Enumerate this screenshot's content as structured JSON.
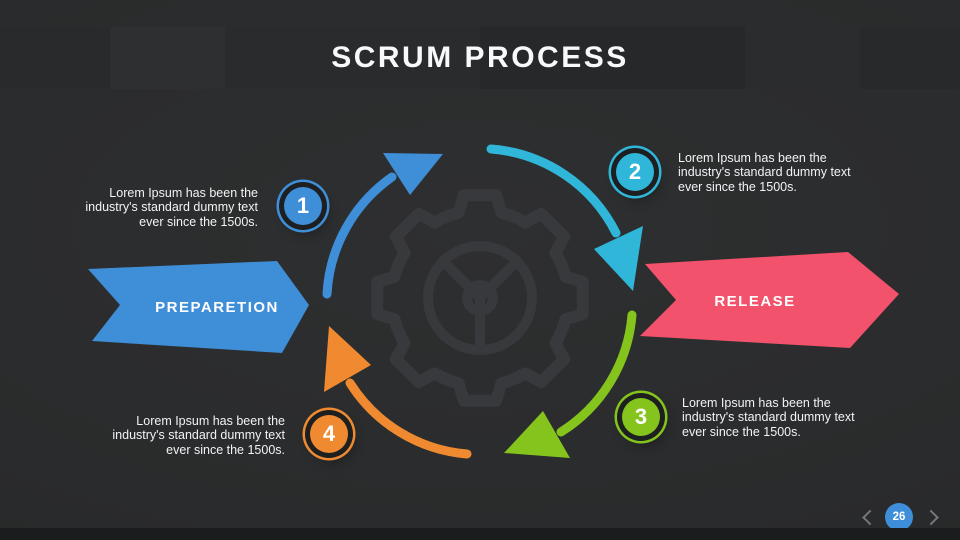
{
  "slide": {
    "title": "SCRUM PROCESS",
    "page_number": "26"
  },
  "banners": {
    "left": {
      "label": "PREPARETION",
      "color": "#3f8ed8"
    },
    "right": {
      "label": "RELEASE",
      "color": "#f2526b"
    }
  },
  "steps": [
    {
      "number": "1",
      "color": "#3f8ed8",
      "description": "Lorem Ipsum has been the\nindustry's standard dummy text\never since the 1500s."
    },
    {
      "number": "2",
      "color": "#30b6d9",
      "description": "Lorem Ipsum has been the\nindustry's standard dummy text\never since the 1500s."
    },
    {
      "number": "3",
      "color": "#84c41d",
      "description": "Lorem Ipsum has been the\nindustry's standard dummy text\never since the 1500s."
    },
    {
      "number": "4",
      "color": "#ef8a30",
      "description": "Lorem Ipsum has been the\nindustry's standard dummy text\never since the 1500s."
    }
  ],
  "icons": {
    "center": "gear-icon",
    "prev": "chevron-left-icon",
    "next": "chevron-right-icon"
  }
}
